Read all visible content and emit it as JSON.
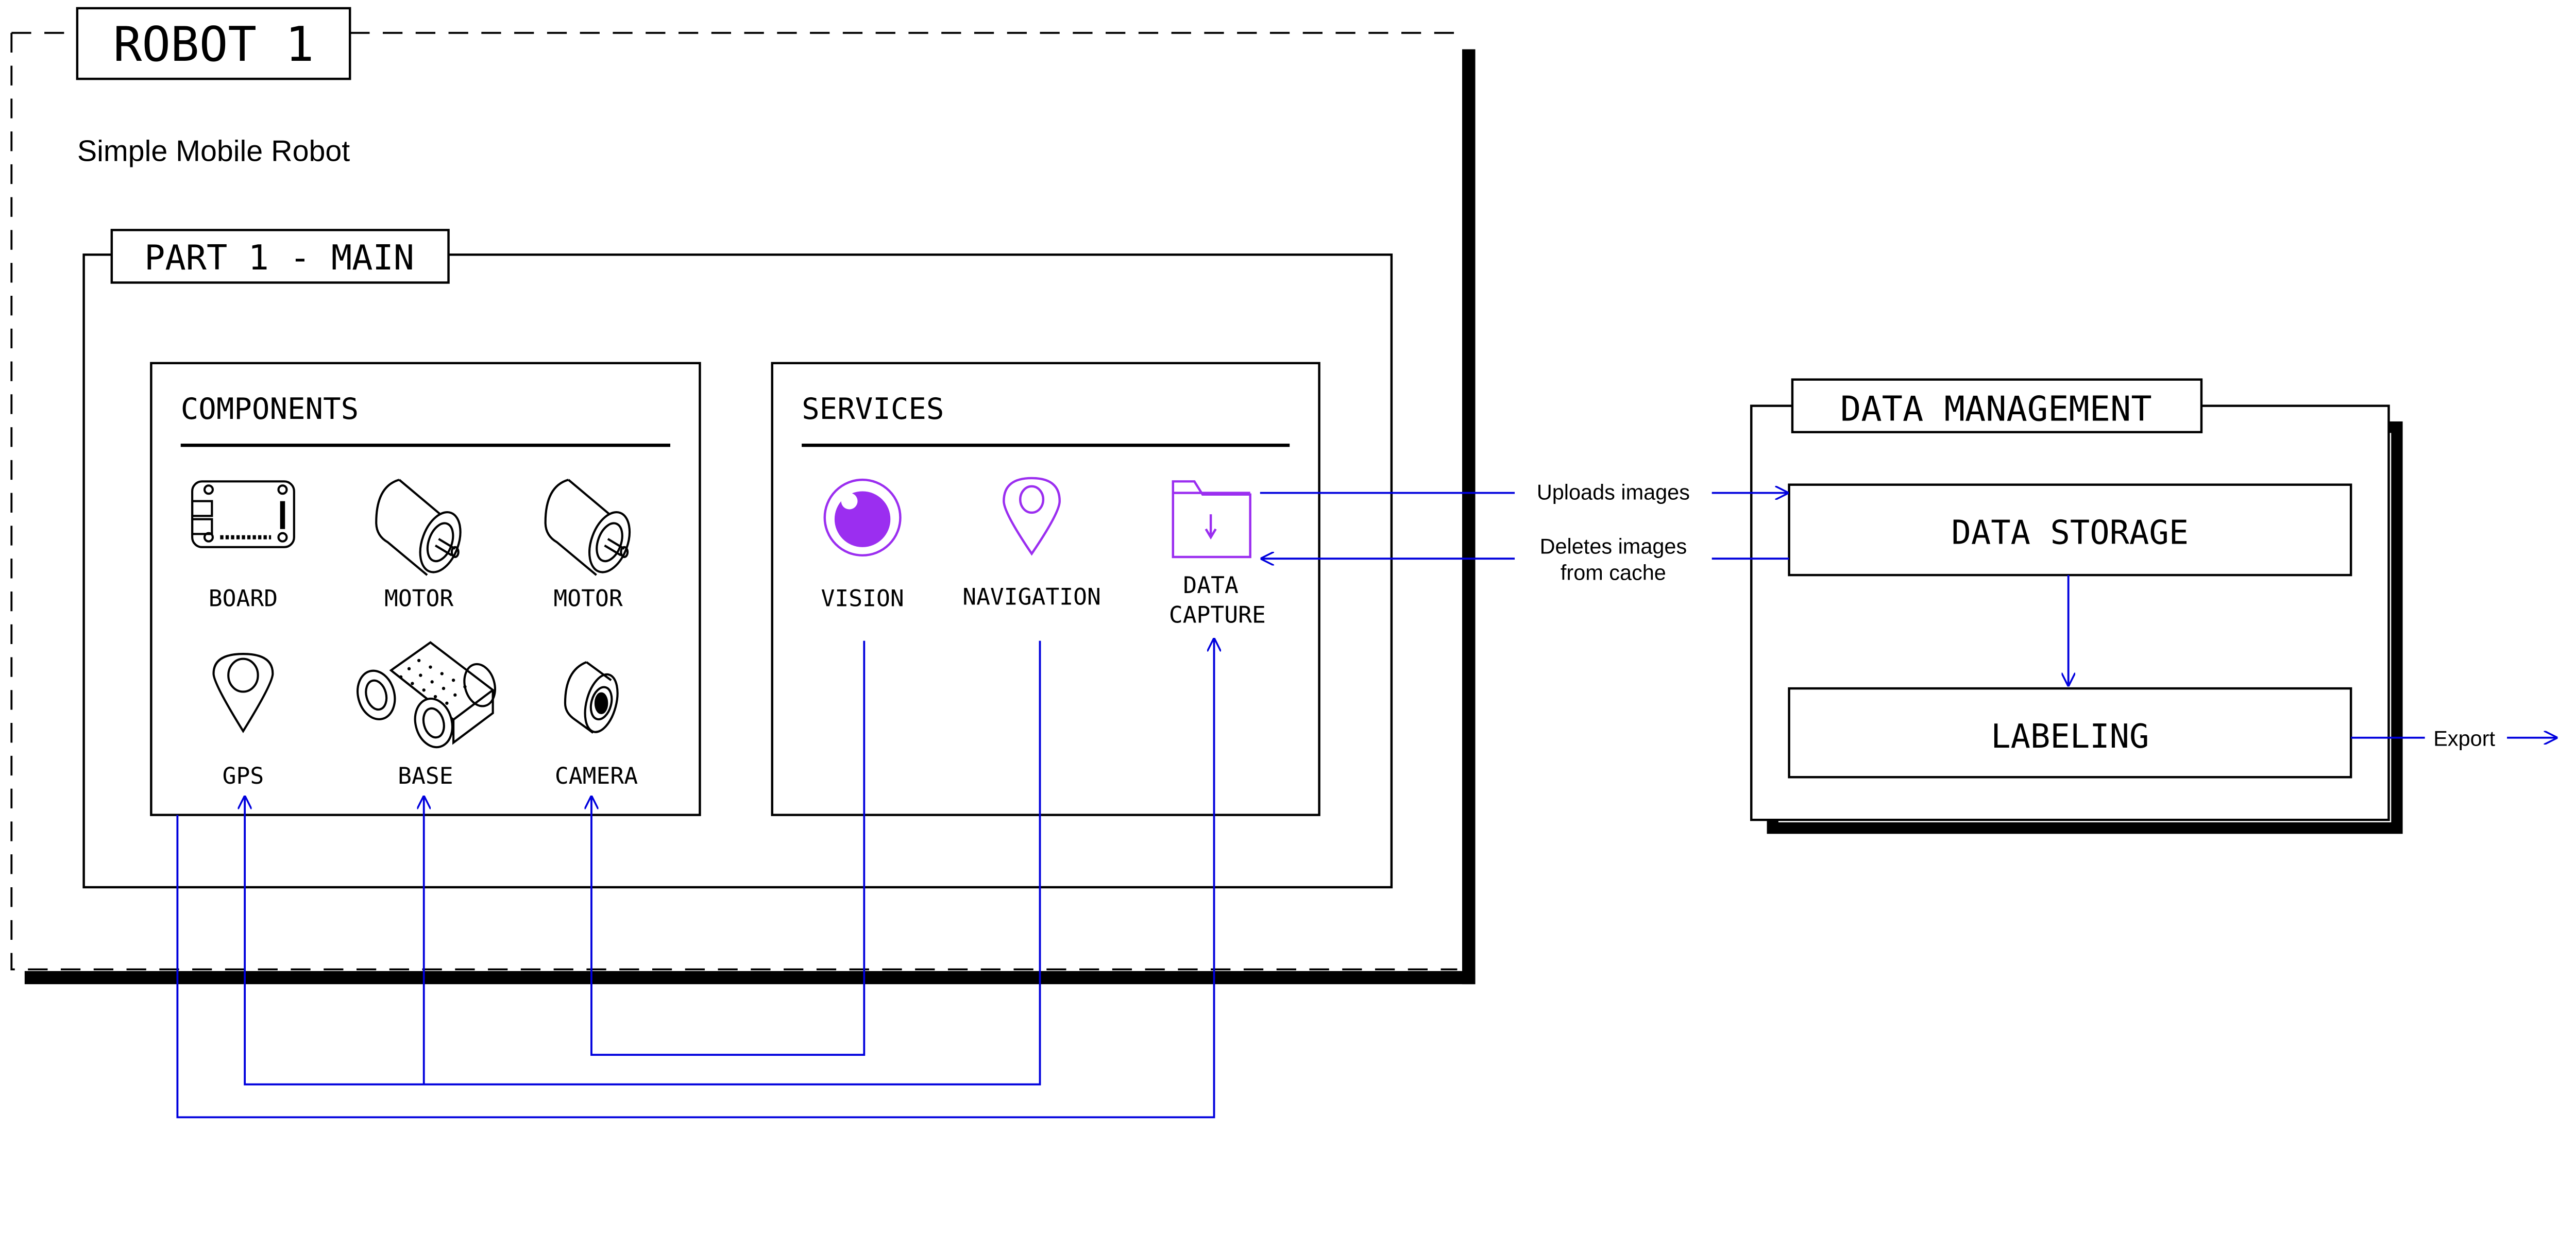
{
  "colors": {
    "accent_purple": "#9b2ef0",
    "connector_blue": "#0000dd",
    "ink": "#000000"
  },
  "robot": {
    "title": "ROBOT 1",
    "subtitle": "Simple Mobile Robot"
  },
  "part": {
    "title": "PART 1 - MAIN"
  },
  "components": {
    "title": "COMPONENTS",
    "items": [
      {
        "label": "BOARD",
        "icon": "board-icon"
      },
      {
        "label": "MOTOR",
        "icon": "motor-icon"
      },
      {
        "label": "MOTOR",
        "icon": "motor-icon"
      },
      {
        "label": "GPS",
        "icon": "map-pin-icon"
      },
      {
        "label": "BASE",
        "icon": "rover-base-icon"
      },
      {
        "label": "CAMERA",
        "icon": "camera-icon"
      }
    ]
  },
  "services": {
    "title": "SERVICES",
    "items": [
      {
        "label": "VISION",
        "icon": "eye-icon"
      },
      {
        "label": "NAVIGATION",
        "icon": "map-pin-icon"
      },
      {
        "label_line1": "DATA",
        "label_line2": "CAPTURE",
        "icon": "folder-download-icon"
      }
    ]
  },
  "data_management": {
    "title": "DATA MANAGEMENT",
    "storage": "DATA STORAGE",
    "labeling": "LABELING"
  },
  "edges": {
    "uploads": "Uploads images",
    "deletes_line1": "Deletes images",
    "deletes_line2": "from cache",
    "export": "Export"
  }
}
